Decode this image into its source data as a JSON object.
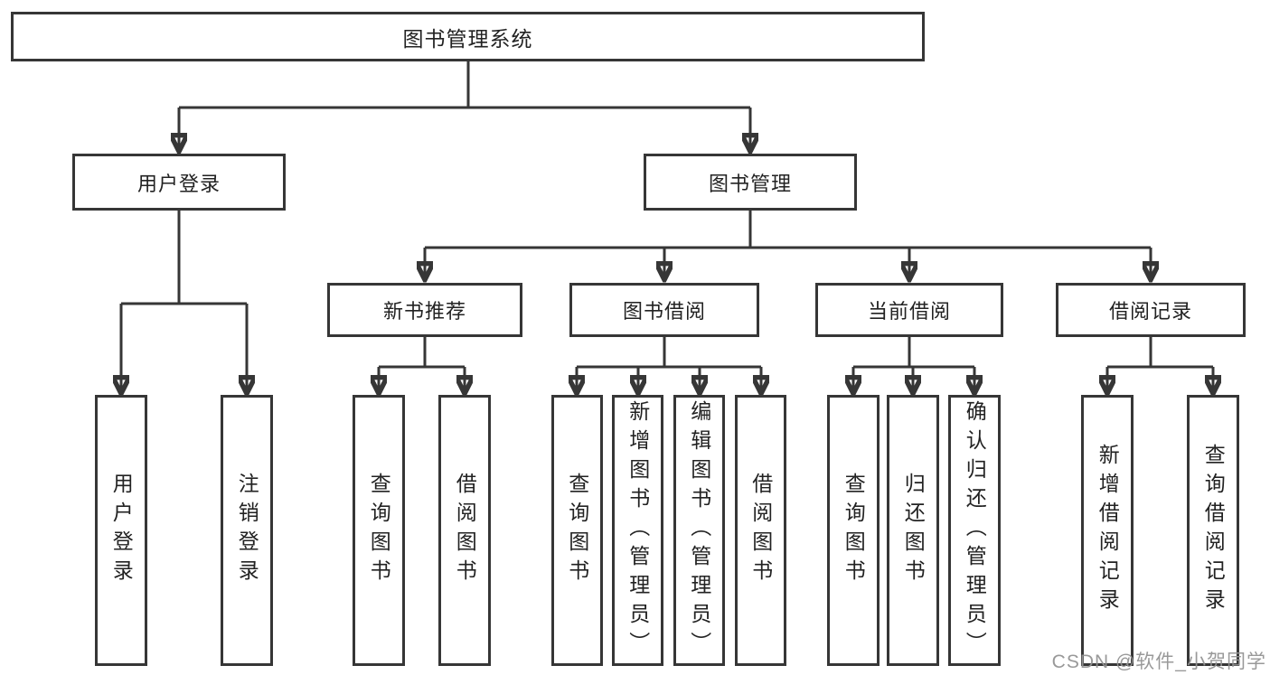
{
  "diagram": {
    "type": "tree-structure-diagram",
    "colors": {
      "background": "#ffffff",
      "line": "#363636",
      "box_border": "#363636",
      "text": "#222222",
      "watermark": "#949494"
    }
  },
  "tree": {
    "root": {
      "label": "图书管理系统"
    },
    "level2": [
      {
        "label": "用户登录"
      },
      {
        "label": "图书管理"
      }
    ],
    "level3": [
      {
        "label": "新书推荐"
      },
      {
        "label": "图书借阅"
      },
      {
        "label": "当前借阅"
      },
      {
        "label": "借阅记录"
      }
    ],
    "leaves": {
      "user_login": [
        "用户登录",
        "注销登录"
      ],
      "new_books": [
        "查询图书",
        "借阅图书"
      ],
      "book_borrow": [
        "查询图书",
        "新增图书（管理员）",
        "编辑图书（管理员）",
        "借阅图书"
      ],
      "current_borrow": [
        "查询图书",
        "归还图书",
        "确认归还（管理员）"
      ],
      "borrow_records": [
        "新增借阅记录",
        "查询借阅记录"
      ]
    }
  },
  "watermark": {
    "text": "CSDN @软件_小贺同学"
  }
}
